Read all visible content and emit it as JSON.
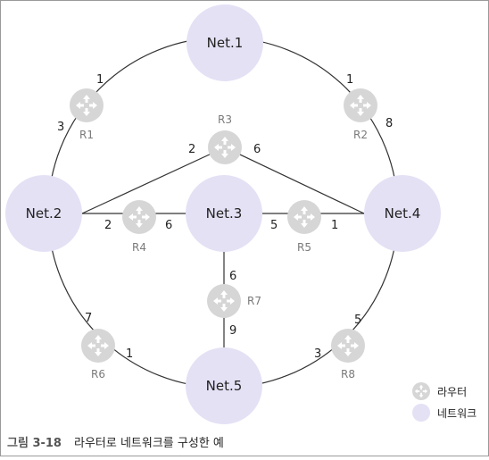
{
  "networks": [
    {
      "id": "net1",
      "label": "Net.1"
    },
    {
      "id": "net2",
      "label": "Net.2"
    },
    {
      "id": "net3",
      "label": "Net.3"
    },
    {
      "id": "net4",
      "label": "Net.4"
    },
    {
      "id": "net5",
      "label": "Net.5"
    }
  ],
  "routers": [
    {
      "id": "r1",
      "label": "R1"
    },
    {
      "id": "r2",
      "label": "R2"
    },
    {
      "id": "r3",
      "label": "R3"
    },
    {
      "id": "r4",
      "label": "R4"
    },
    {
      "id": "r5",
      "label": "R5"
    },
    {
      "id": "r6",
      "label": "R6"
    },
    {
      "id": "r7",
      "label": "R7"
    },
    {
      "id": "r8",
      "label": "R8"
    }
  ],
  "costs": {
    "r1_net1": "1",
    "r1_net2": "3",
    "r2_net1": "1",
    "r2_net4": "8",
    "r3_net2": "2",
    "r3_net4": "6",
    "r4_net2": "2",
    "r4_net3": "6",
    "r5_net3": "5",
    "r5_net4": "1",
    "r6_net2": "7",
    "r6_net5": "1",
    "r7_net3": "6",
    "r7_net5": "9",
    "r8_net4": "5",
    "r8_net5": "3"
  },
  "legend": {
    "router": "라우터",
    "network": "네트워크"
  },
  "caption": {
    "number": "그림 3-18",
    "text": "라우터로 네트워크를 구성한 예"
  },
  "colors": {
    "network_fill": "#e4e1f5",
    "router_fill": "#d6d6d6",
    "line": "#333333",
    "frame": "#9a9a9a"
  }
}
